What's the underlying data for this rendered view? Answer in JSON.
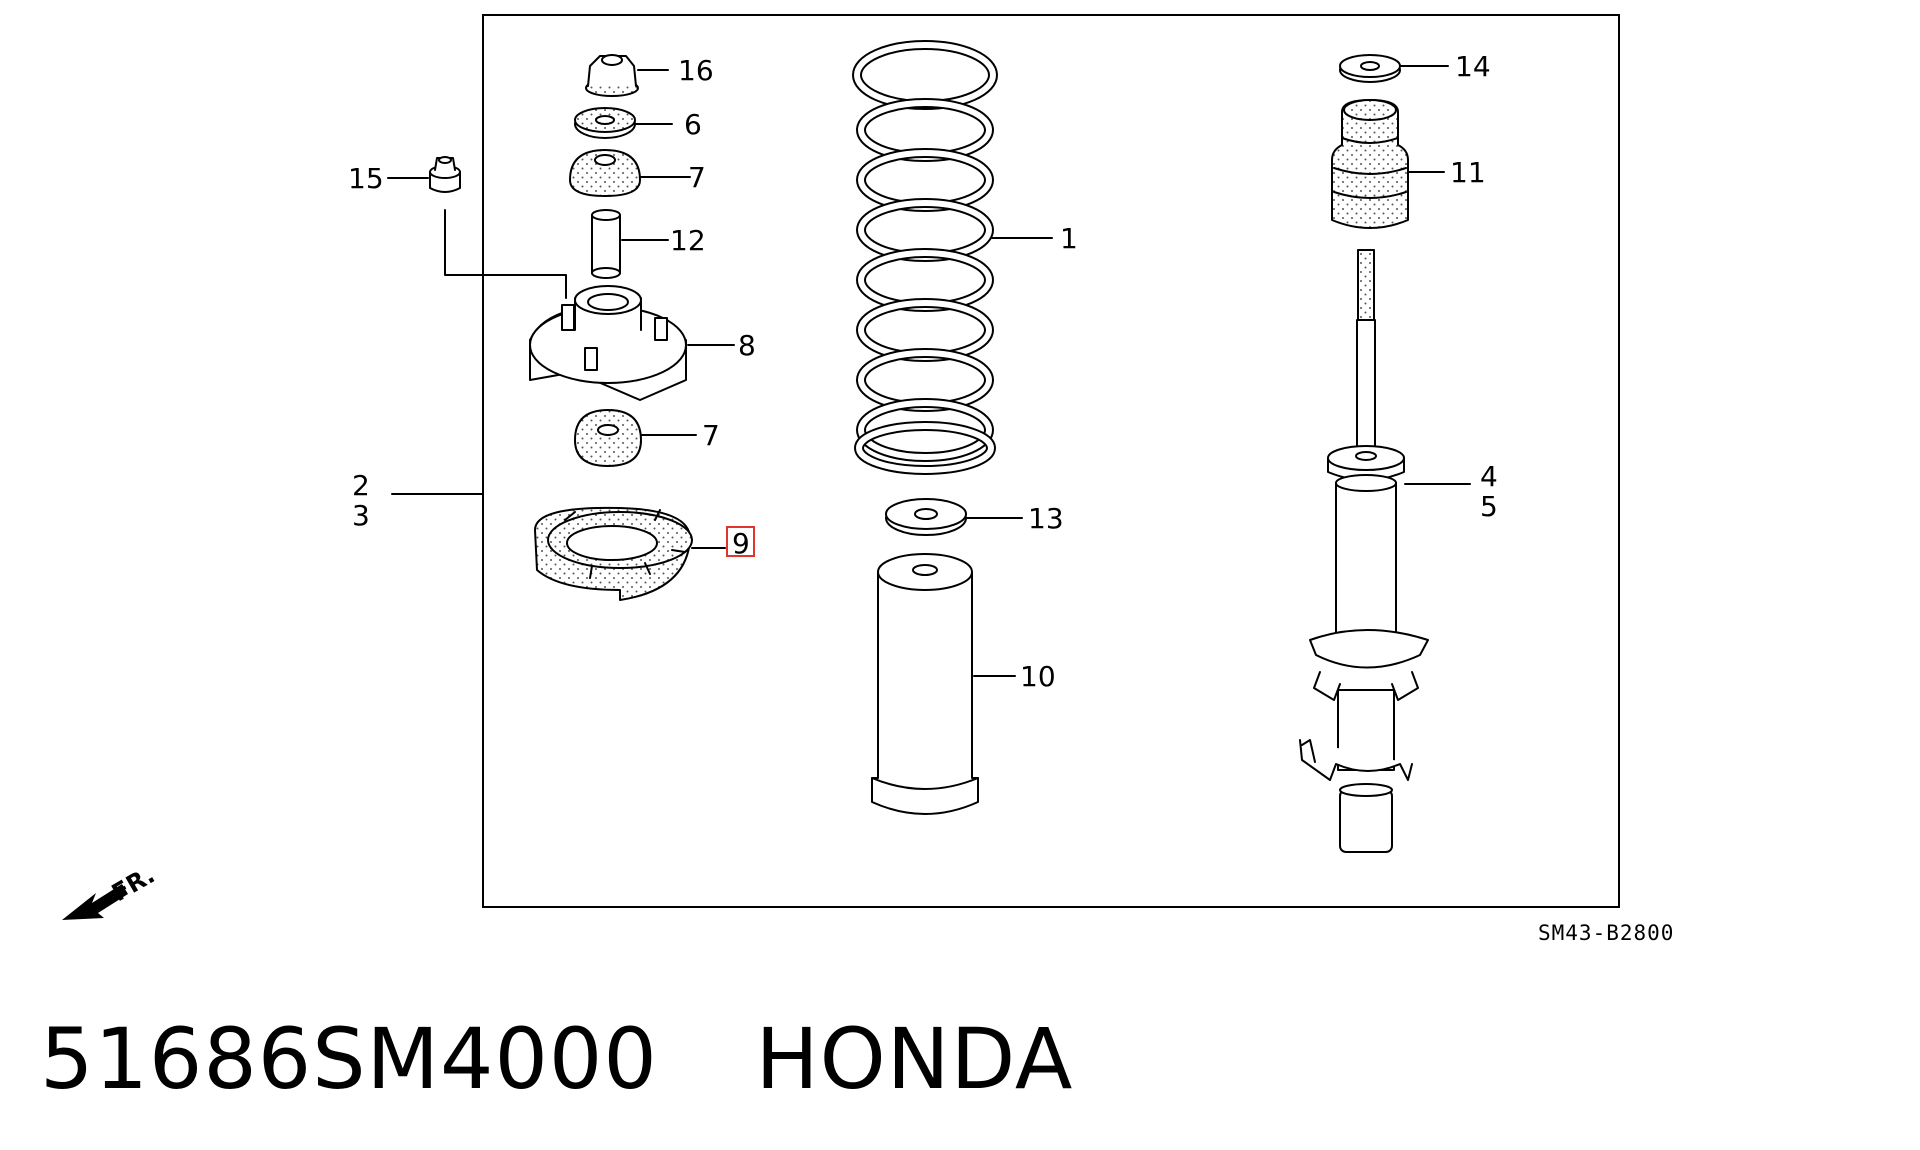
{
  "diagram": {
    "diagram_code": "SM43-B2800",
    "direction_label": "FR.",
    "callouts": {
      "c1": "1",
      "c2": "2",
      "c3": "3",
      "c4": "4",
      "c5": "5",
      "c6": "6",
      "c7a": "7",
      "c7b": "7",
      "c8": "8",
      "c9": "9",
      "c10": "10",
      "c11": "11",
      "c12": "12",
      "c13": "13",
      "c14": "14",
      "c15": "15",
      "c16": "16"
    },
    "highlighted_callout": "9",
    "highlight_color": "#e0342f"
  },
  "caption": {
    "part_number": "51686SM4000",
    "brand": "HONDA"
  }
}
